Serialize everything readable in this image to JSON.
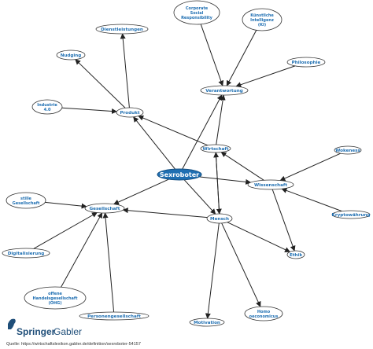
{
  "center": {
    "label": "Sexroboter"
  },
  "nodes": {
    "dienstleistungen": [
      "Dienstleistungen"
    ],
    "produkt": [
      "Produkt"
    ],
    "nudging": [
      "Nudging"
    ],
    "industrie": [
      "Industrie",
      "4.0"
    ],
    "csr": [
      "Corporate",
      "Social",
      "Responsibility"
    ],
    "ki": [
      "Künstliche",
      "Intelligenz",
      "(KI)"
    ],
    "philosophie": [
      "Philosophie"
    ],
    "verantwortung": [
      "Verantwortung"
    ],
    "wirtschaft": [
      "Wirtschaft"
    ],
    "wokeness": [
      "Wokeness"
    ],
    "wissenschaft": [
      "Wissenschaft"
    ],
    "kryptowaehrung": [
      "Kryptowährung"
    ],
    "stille_gesellschaft": [
      "stille",
      "Gesellschaft"
    ],
    "gesellschaft": [
      "Gesellschaft"
    ],
    "digitalisierung": [
      "Digitalisierung"
    ],
    "ohg": [
      "offene",
      "Handelsgesellschaft",
      "(OHG)"
    ],
    "personengesellschaft": [
      "Personengesellschaft"
    ],
    "mensch": [
      "Mensch"
    ],
    "ethik": [
      "Ethik"
    ],
    "motivation": [
      "Motivation"
    ],
    "homo_oeconomicus": [
      "Homo",
      "oeconomicus"
    ]
  },
  "colors": {
    "node_text": "#1f6fb2",
    "node_stroke": "#333333",
    "center_fill": "#1f6fb2",
    "edge": "#222222"
  },
  "footer": {
    "brand_prefix": "Springer",
    "brand_suffix": "Gabler",
    "source": "Quelle:  https://wirtschaftslexikon.gabler.de/definition/sexroboter-54157"
  }
}
